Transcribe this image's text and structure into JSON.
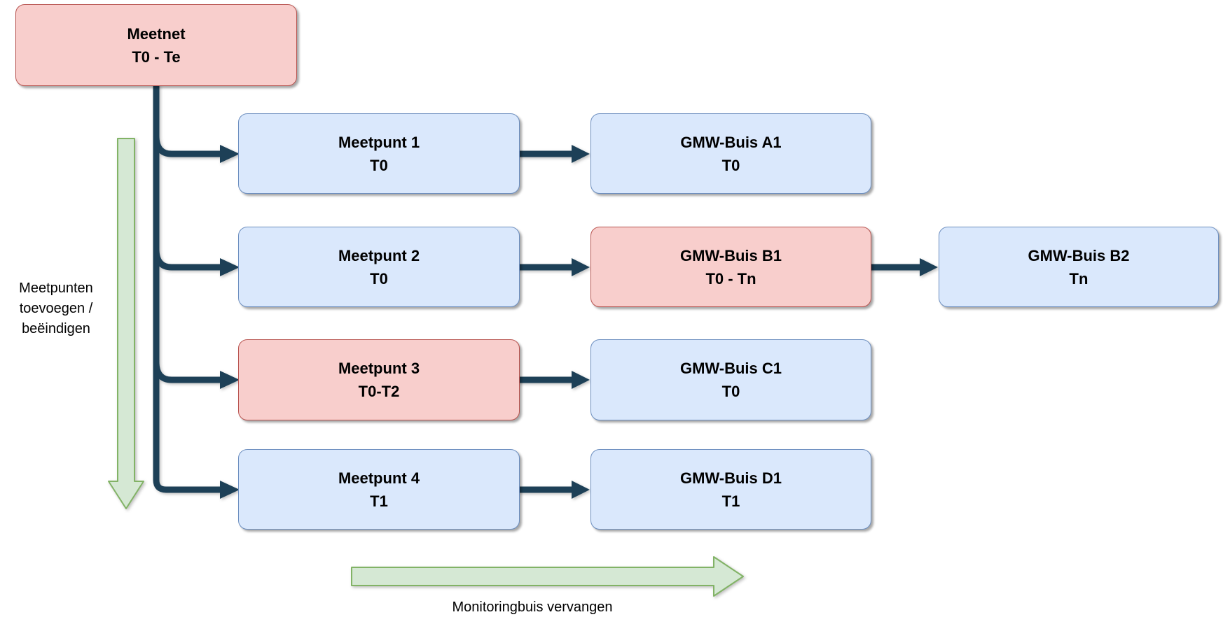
{
  "diagram": {
    "nodes": [
      {
        "id": "meetnet",
        "label": "Meetnet",
        "sublabel": "T0 - Te",
        "color": "red"
      },
      {
        "id": "meetpunt1",
        "label": "Meetpunt 1",
        "sublabel": "T0",
        "color": "blue"
      },
      {
        "id": "gmw-a1",
        "label": "GMW-Buis A1",
        "sublabel": "T0",
        "color": "blue"
      },
      {
        "id": "meetpunt2",
        "label": "Meetpunt 2",
        "sublabel": "T0",
        "color": "blue"
      },
      {
        "id": "gmw-b1",
        "label": "GMW-Buis B1",
        "sublabel": "T0 - Tn",
        "color": "red"
      },
      {
        "id": "gmw-b2",
        "label": "GMW-Buis B2",
        "sublabel": "Tn",
        "color": "blue"
      },
      {
        "id": "meetpunt3",
        "label": "Meetpunt 3",
        "sublabel": "T0-T2",
        "color": "red"
      },
      {
        "id": "gmw-c1",
        "label": "GMW-Buis C1",
        "sublabel": "T0",
        "color": "blue"
      },
      {
        "id": "meetpunt4",
        "label": "Meetpunt 4",
        "sublabel": "T1",
        "color": "blue"
      },
      {
        "id": "gmw-d1",
        "label": "GMW-Buis D1",
        "sublabel": "T1",
        "color": "blue"
      }
    ],
    "annotations": {
      "left_arrow_label_lines": [
        "Meetpunten",
        "toevoegen /",
        "beëindigen"
      ],
      "bottom_arrow_label": "Monitoringbuis vervangen"
    },
    "colors": {
      "blue_fill": "#dae8fc",
      "blue_stroke": "#6c8ebf",
      "red_fill": "#f8cecc",
      "red_stroke": "#b85450",
      "green_fill": "#d5e8d4",
      "green_stroke": "#82b366",
      "connector": "#1d4057"
    }
  }
}
